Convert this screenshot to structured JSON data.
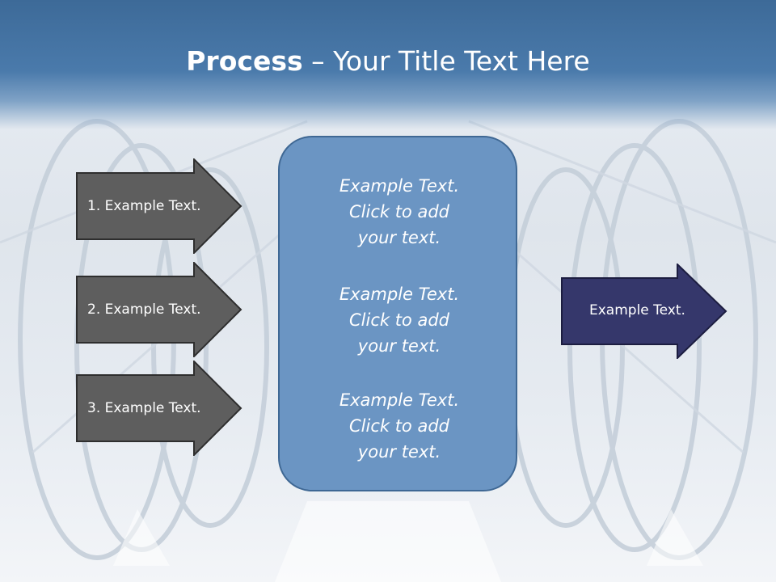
{
  "slide": {
    "title_bold": "Process",
    "title_rest": " – Your Title Text Here"
  },
  "left_arrows": [
    {
      "label": "1. Example Text."
    },
    {
      "label": "2. Example Text."
    },
    {
      "label": "3. Example Text."
    }
  ],
  "center_box": {
    "blocks": [
      {
        "line1": "Example Text.",
        "line2": "Click  to add",
        "line3": "your text."
      },
      {
        "line1": "Example Text.",
        "line2": "Click  to add",
        "line3": "your text."
      },
      {
        "line1": "Example Text.",
        "line2": "Click  to add",
        "line3": "your text."
      }
    ]
  },
  "right_arrow": {
    "label": "Example Text."
  },
  "colors": {
    "header": "#4a7aab",
    "left_arrow_fill": "#5e5e5e",
    "center_box_fill": "#6b95c3",
    "right_arrow_fill": "#35376b"
  }
}
